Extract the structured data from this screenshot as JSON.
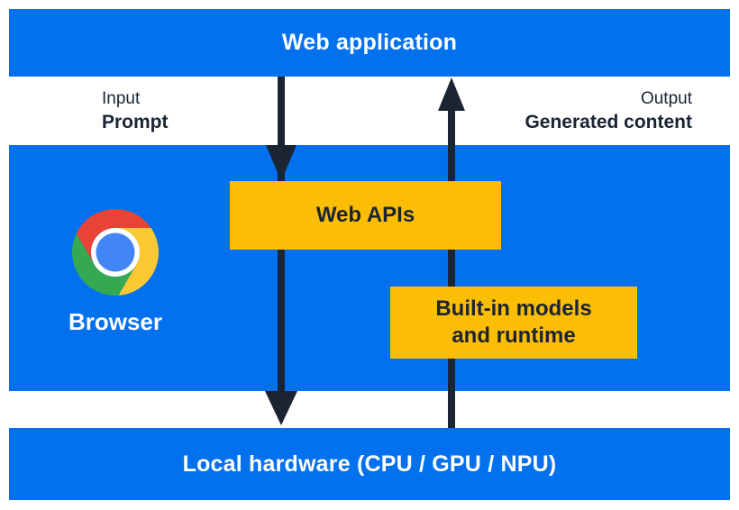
{
  "colors": {
    "band_blue": "#0371EE",
    "box_yellow": "#FCBD05",
    "ink": "#1A2433",
    "white": "#FFFFFF",
    "chrome_red": "#E94335",
    "chrome_green": "#34A853",
    "chrome_yellow": "#FCC934",
    "chrome_blue": "#4285F4"
  },
  "top_band": {
    "label": "Web application"
  },
  "io_labels": {
    "input_title": "Input",
    "input_value": "Prompt",
    "output_title": "Output",
    "output_value": "Generated content"
  },
  "browser_panel": {
    "browser_label": "Browser",
    "web_apis_label": "Web APIs",
    "builtin_models_line1": "Built-in models",
    "builtin_models_line2": "and runtime"
  },
  "bottom_band": {
    "label": "Local hardware (CPU / GPU / NPU)"
  }
}
